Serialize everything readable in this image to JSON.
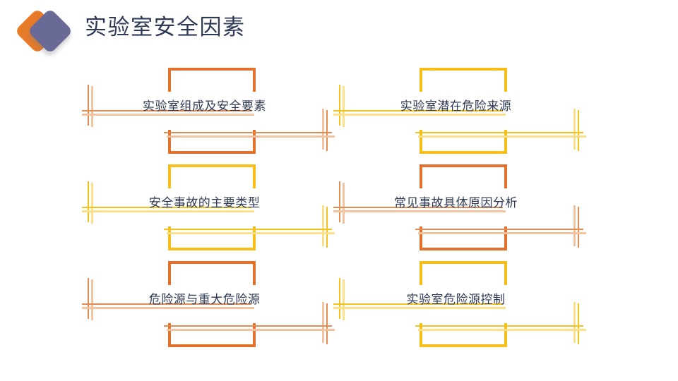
{
  "header": {
    "title": "实验室安全因素",
    "title_color": "#2E3A55",
    "logo": {
      "back_shape_name": "orange-rounded-diamond",
      "back_color": "#E87B28",
      "front_shape_name": "purple-rounded-diamond",
      "front_color": "#6A6A96"
    }
  },
  "palette": {
    "orange": "#E2712C",
    "gold": "#F5BE19",
    "orange_line_dark": "#E28B53",
    "orange_line_light": "#F3C3A0",
    "gold_line_dark": "#F2C31E",
    "gold_line_light": "#FBE08A",
    "text": "#2E3A55",
    "background": "#FFFFFF"
  },
  "items": [
    {
      "label": "实验室组成及安全要素",
      "accent": "#E2712C",
      "line_dark": "#E28B53",
      "line_light": "#F3C3A0",
      "row": 0,
      "column": "left"
    },
    {
      "label": "实验室潜在危险来源",
      "accent": "#F5BE19",
      "line_dark": "#F2C31E",
      "line_light": "#FBE08A",
      "row": 0,
      "column": "right"
    },
    {
      "label": "安全事故的主要类型",
      "accent": "#F5BE19",
      "line_dark": "#F2C31E",
      "line_light": "#FBE08A",
      "row": 1,
      "column": "left"
    },
    {
      "label": "常见事故具体原因分析",
      "accent": "#E2712C",
      "line_dark": "#E28B53",
      "line_light": "#F3C3A0",
      "row": 1,
      "column": "right"
    },
    {
      "label": "危险源与重大危险源",
      "accent": "#E2712C",
      "line_dark": "#E28B53",
      "line_light": "#F3C3A0",
      "row": 2,
      "column": "left"
    },
    {
      "label": "实验室危险源控制",
      "accent": "#F5BE19",
      "line_dark": "#F2C31E",
      "line_light": "#FBE08A",
      "row": 2,
      "column": "right"
    }
  ]
}
